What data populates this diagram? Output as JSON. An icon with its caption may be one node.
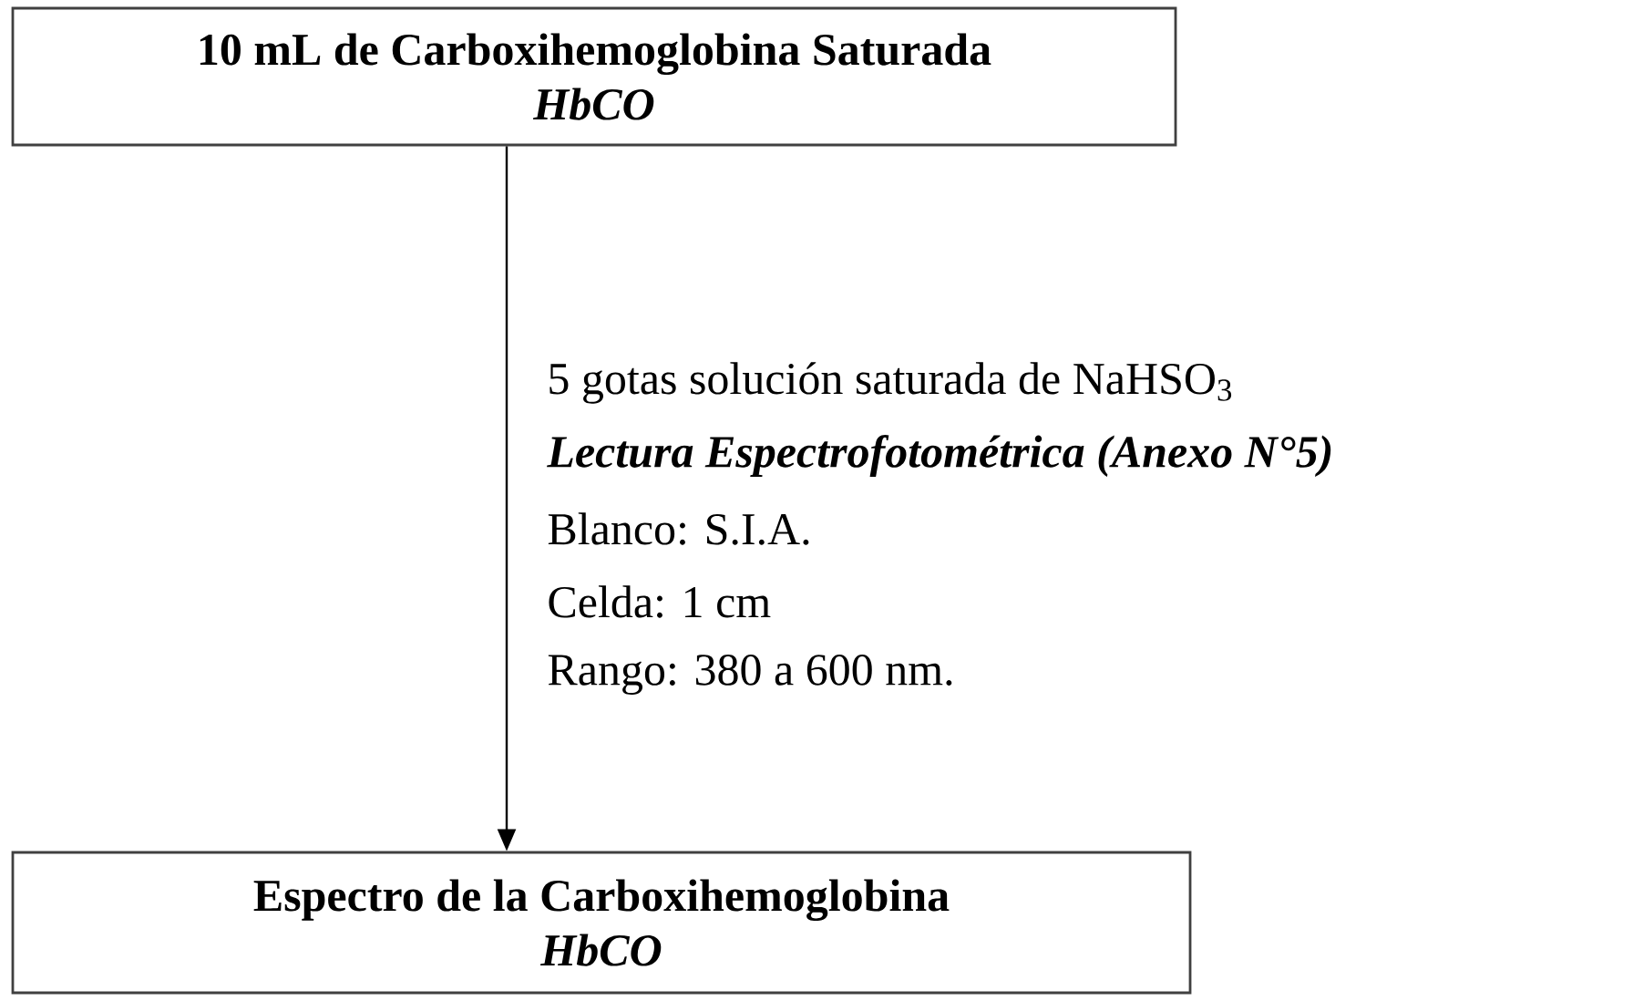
{
  "diagram": {
    "nodes": [
      {
        "text": [
          "10 mL de Carboxihemoglobina Saturada",
          "HbCO"
        ]
      },
      {
        "text": [
          "Espectro de la Carboxihemoglobina",
          "HbCO"
        ]
      }
    ],
    "edges": [
      {
        "from": 0,
        "to": 1,
        "arrow": "to",
        "label": "5 gotas solución saturada de NaHSO$_{3}$"
      }
    ],
    "labels": [
      "Lectura Espectrofotométrica (Anexo N°5)",
      "Blanco: S.I.A.",
      "Celda: 1 cm",
      "Rango: 380 a 600 nm."
    ]
  }
}
